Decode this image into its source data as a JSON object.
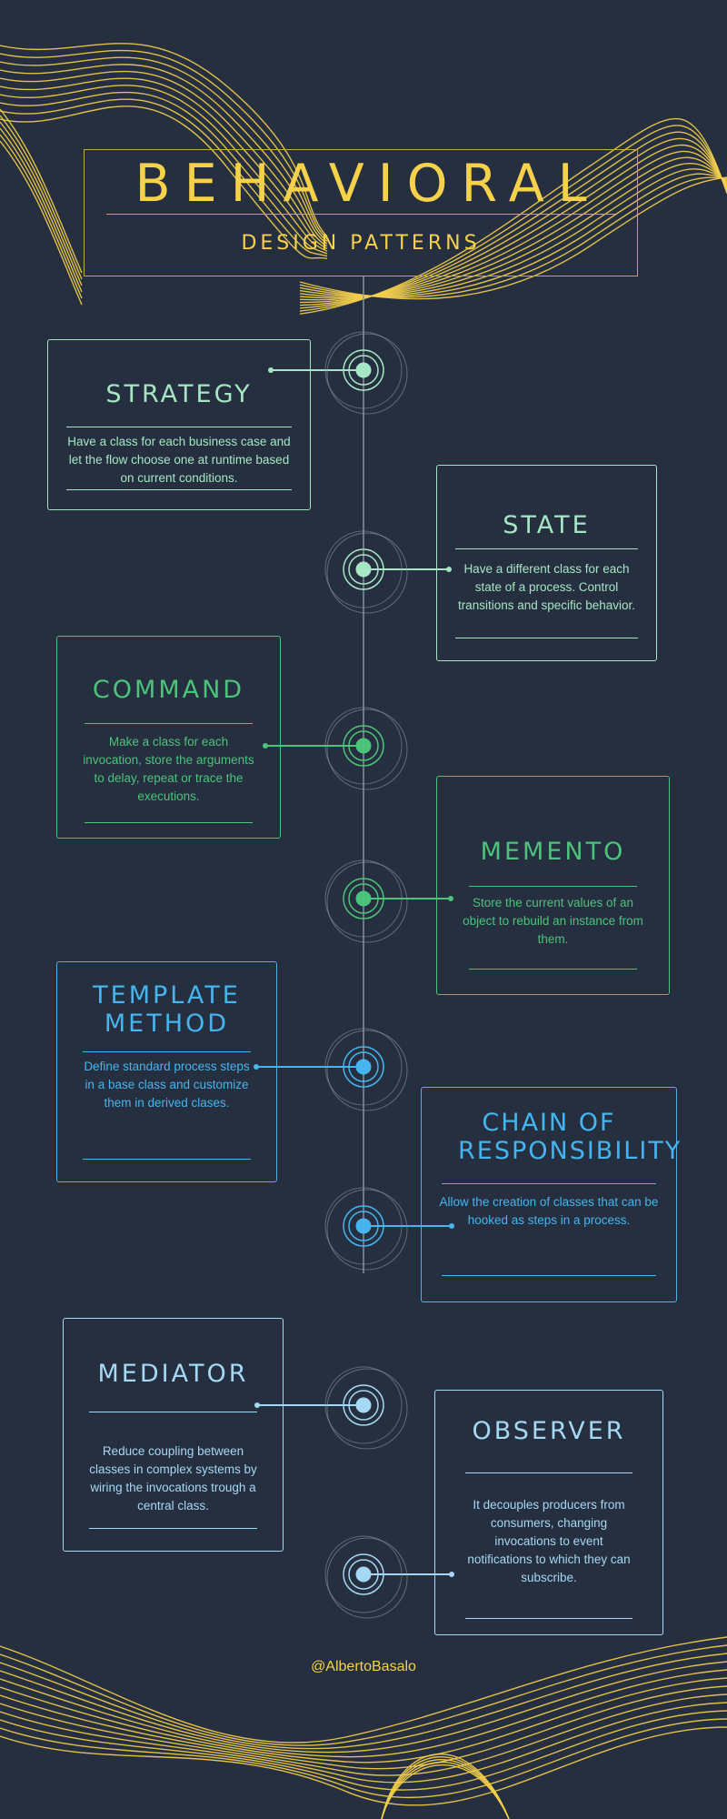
{
  "header": {
    "title": "BEHAVIORAL",
    "subtitle": "DESIGN PATTERNS"
  },
  "colors": {
    "background": "#252f3f",
    "gold": "#f6d24a",
    "mint": "#a6e6c4",
    "green": "#4cc37a",
    "blue": "#46b4ee",
    "lightblue": "#a5d8f3"
  },
  "patterns": [
    {
      "title": "STRATEGY",
      "text": "Have a class for each business case and let the flow choose one at runtime based on current conditions.",
      "color": "mint"
    },
    {
      "title": "STATE",
      "text": "Have a different class for each state of a process. Control transitions and specific behavior.",
      "color": "mint"
    },
    {
      "title": "COMMAND",
      "text": "Make a class for each invocation, store the arguments to delay, repeat or trace the executions.",
      "color": "green"
    },
    {
      "title": "MEMENTO",
      "text": "Store the current values of an object to rebuild an instance from them.",
      "color": "green"
    },
    {
      "title": "TEMPLATE METHOD",
      "text": "Define standard process steps in a base class and customize them in derived clases.",
      "color": "blue"
    },
    {
      "title": "CHAIN OF RESPONSIBILITY",
      "text": "Allow the creation of classes that can be hooked as steps in a process.",
      "color": "blue"
    },
    {
      "title": "MEDIATOR",
      "text": "Reduce coupling between classes in complex systems by wiring the invocations trough a central class.",
      "color": "lightblue"
    },
    {
      "title": "OBSERVER",
      "text": "It decouples producers from consumers, changing invocations to event notifications to which they can subscribe.",
      "color": "lightblue"
    }
  ],
  "footer": {
    "handle": "@AlbertoBasalo"
  }
}
